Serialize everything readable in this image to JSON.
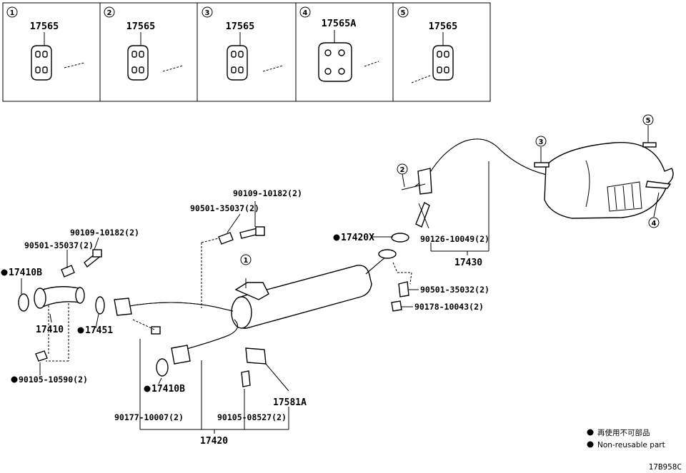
{
  "boxes": [
    {
      "num": "1",
      "part": "17565"
    },
    {
      "num": "2",
      "part": "17565"
    },
    {
      "num": "3",
      "part": "17565"
    },
    {
      "num": "4",
      "part": "17565A"
    },
    {
      "num": "5",
      "part": "17565"
    }
  ],
  "callouts": {
    "c1": "1",
    "c2": "2",
    "c3": "3",
    "c4": "4",
    "c5": "5"
  },
  "labels": {
    "p90109_right": "90109-10182(2)",
    "p90501_right": "90501-35037(2)",
    "p90109_left": "90109-10182(2)",
    "p90501_left": "90501-35037(2)",
    "p17410b_top": "17410B",
    "p17410": "17410",
    "p17451": "17451",
    "p90105_left": "90105-10590(2)",
    "p17410b_bottom": "17410B",
    "p90177": "90177-10007(2)",
    "p90105_mid": "90105-08527(2)",
    "p17581a": "17581A",
    "p17420": "17420",
    "p17420x": "17420X",
    "p90126": "90126-10049(2)",
    "p17430": "17430",
    "p90501_tail": "90501-35032(2)",
    "p90178": "90178-10043(2)"
  },
  "legend": {
    "jp": "再使用不可部品",
    "en": "Non-reusable part"
  },
  "figure_code": "17B958C"
}
